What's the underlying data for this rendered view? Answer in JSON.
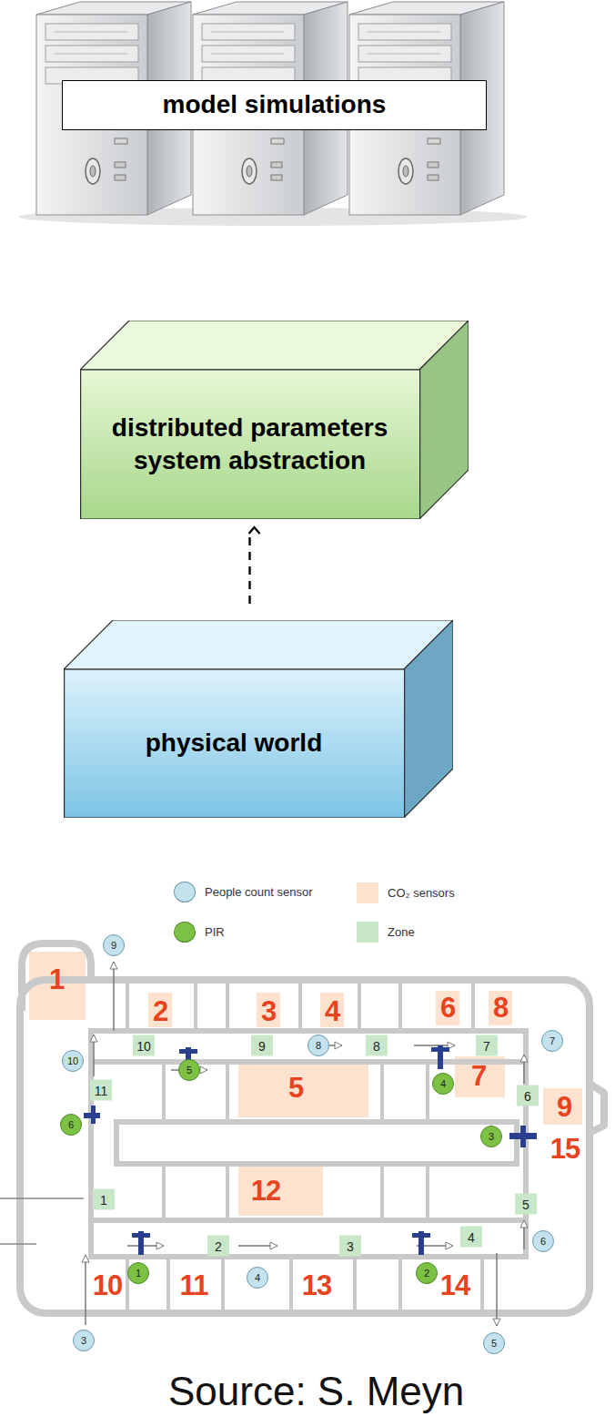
{
  "diagram": {
    "caption": "Source: S. Meyn",
    "nodes": [
      {
        "text": [
          "model simulations"
        ]
      },
      {
        "text": [
          "distributed parameters system abstraction"
        ]
      },
      {
        "text": [
          "physical world"
        ]
      }
    ],
    "edges": [
      {
        "from": 2,
        "to": 1,
        "arrow": "to"
      }
    ],
    "labels": [
      "1",
      "2",
      "3",
      "4",
      "6",
      "8",
      "5",
      "7",
      "9",
      "15",
      "12",
      "10",
      "11",
      "13",
      "14",
      "10",
      "9",
      "8",
      "7",
      "11",
      "6",
      "1",
      "2",
      "3",
      "4",
      "5",
      "9",
      "10",
      "8",
      "7",
      "3",
      "4",
      "6",
      "5",
      "5",
      "4",
      "6",
      "3",
      "1",
      "2"
    ],
    "legend": [
      {
        "text": "People count sensor"
      },
      {
        "text": "PIR"
      },
      {
        "text": "CO₂ sensors",
        "color": "#fde3cf"
      },
      {
        "text": "Zone",
        "color": "#c8e6c8"
      }
    ]
  }
}
